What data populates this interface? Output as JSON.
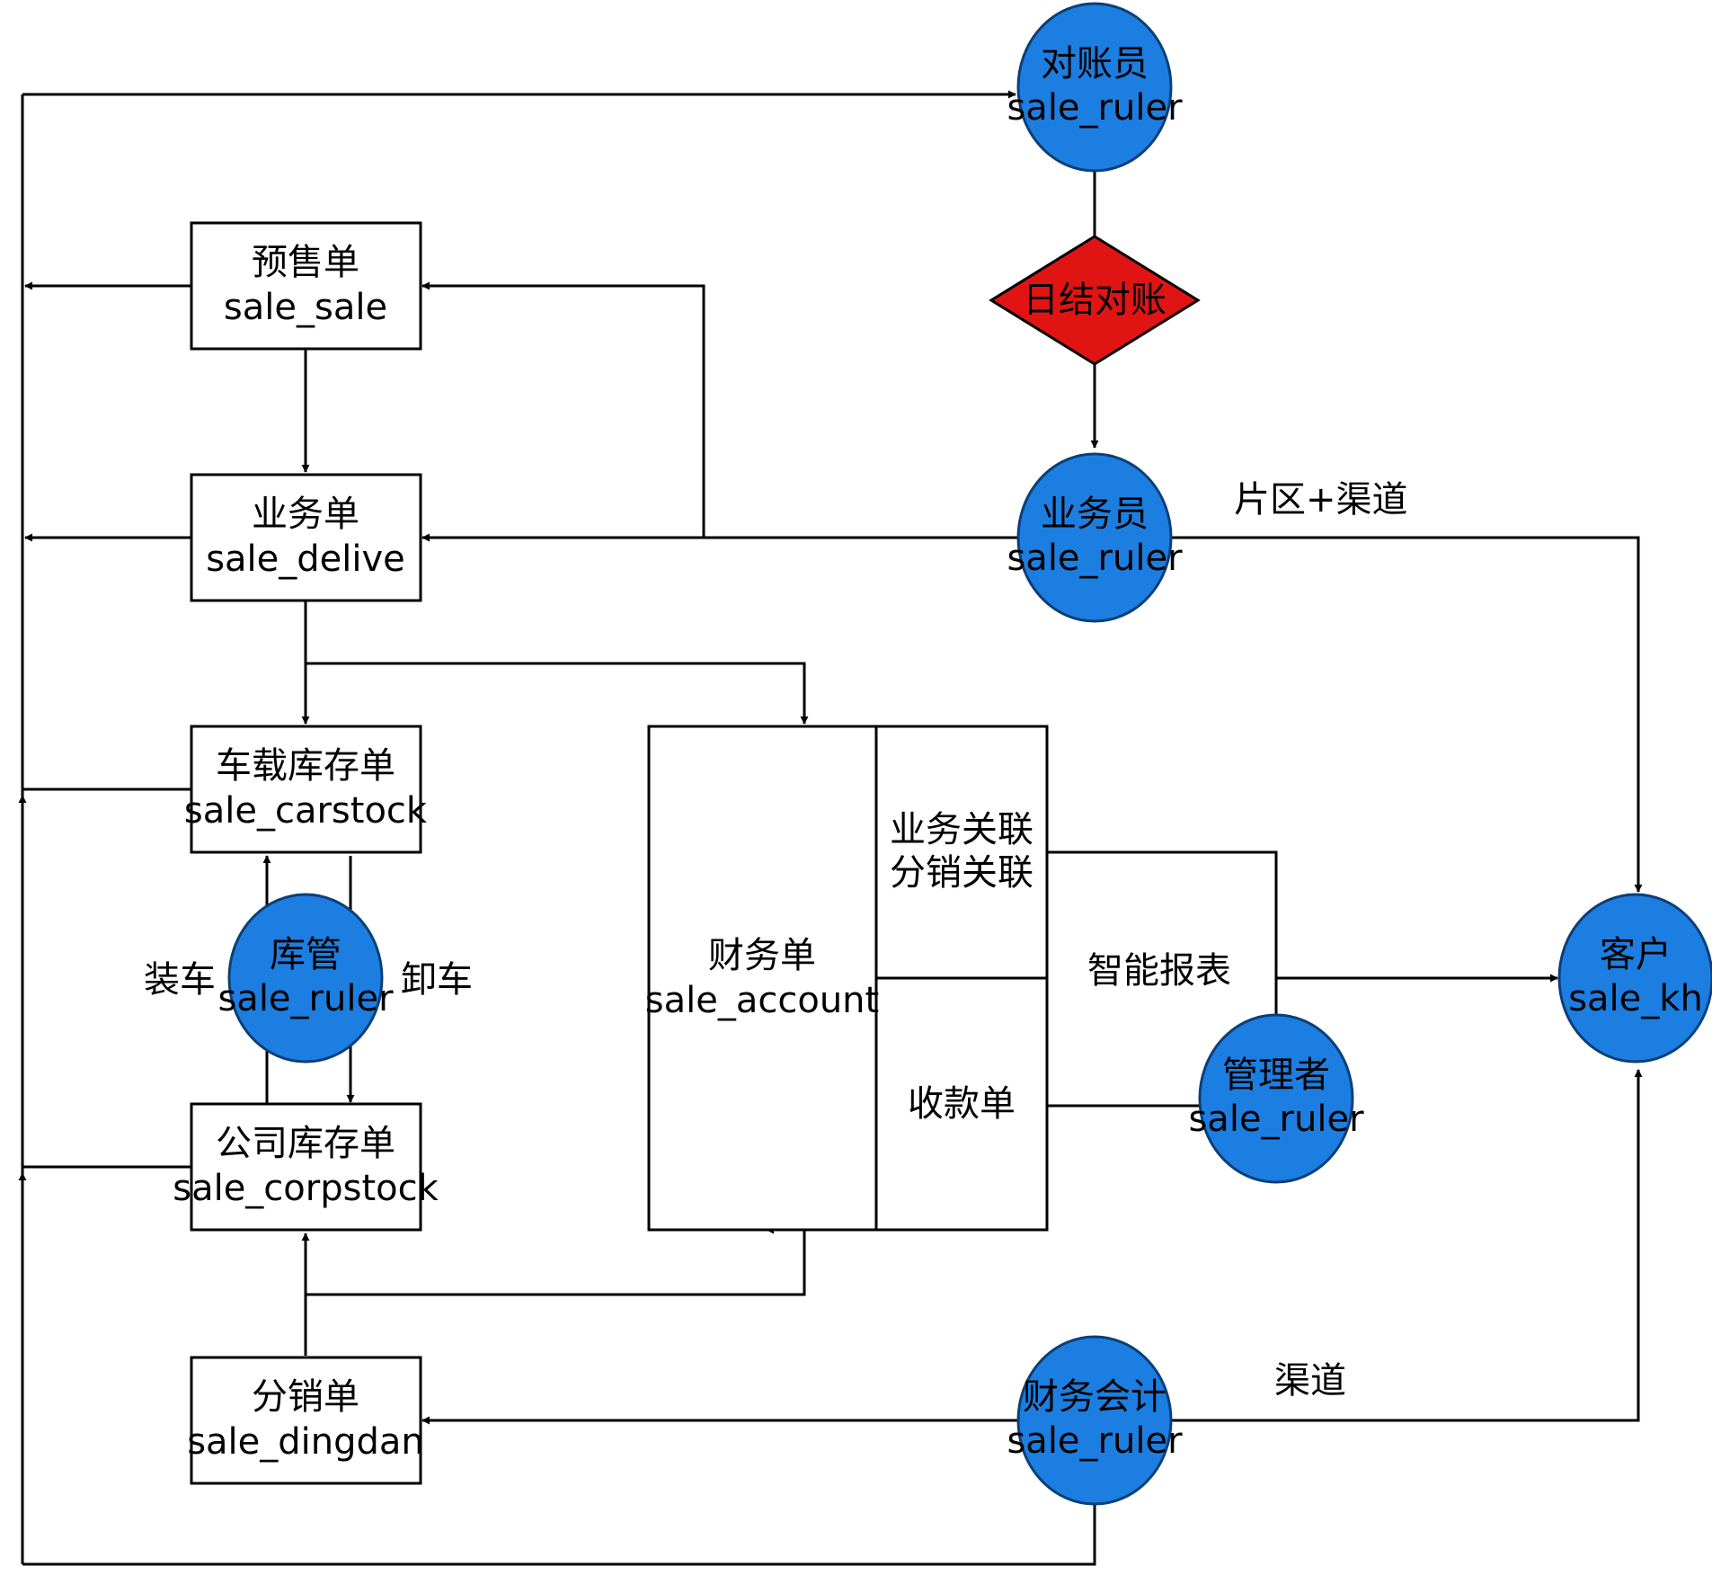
{
  "colors": {
    "role_circle": "#1c7ee0",
    "decision_diamond": "#e11414",
    "stroke": "#000000",
    "box_fill": "#ffffff"
  },
  "nodes": {
    "reconciler": {
      "title": "对账员",
      "code": "sale_ruler"
    },
    "daily_settlement": {
      "title": "日结对账"
    },
    "salesman": {
      "title": "业务员",
      "code": "sale_ruler"
    },
    "presale": {
      "title": "预售单",
      "code": "sale_sale"
    },
    "business": {
      "title": "业务单",
      "code": "sale_delive"
    },
    "carstock": {
      "title": "车载库存单",
      "code": "sale_carstock"
    },
    "warehouse_keeper": {
      "title": "库管",
      "code": "sale_ruler"
    },
    "corpstock": {
      "title": "公司库存单",
      "code": "sale_corpstock"
    },
    "distribution": {
      "title": "分销单",
      "code": "sale_dingdan"
    },
    "finance": {
      "title": "财务单",
      "code": "sale_account"
    },
    "finance_link": {
      "line1": "业务关联",
      "line2": "分销关联"
    },
    "receipt": {
      "title": "收款单"
    },
    "manager": {
      "title": "管理者",
      "code": "sale_ruler"
    },
    "accountant": {
      "title": "财务会计",
      "code": "sale_ruler"
    },
    "customer": {
      "title": "客户",
      "code": "sale_kh"
    }
  },
  "edge_labels": {
    "load": "装车",
    "unload": "卸车",
    "area_channel": "片区+渠道",
    "smart_report": "智能报表",
    "channel": "渠道"
  }
}
